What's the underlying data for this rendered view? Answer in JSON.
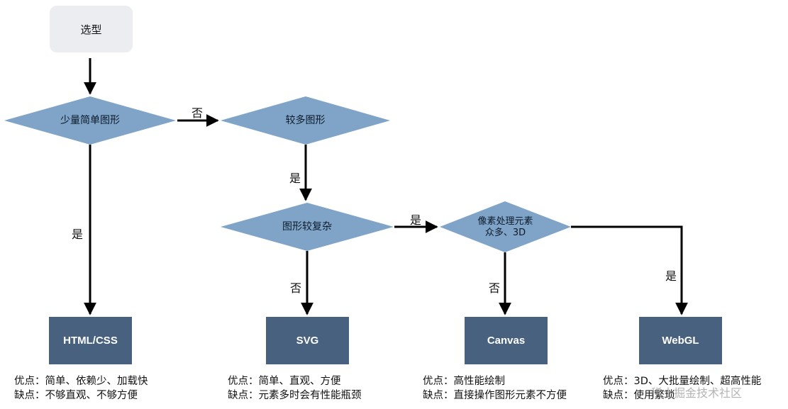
{
  "start": {
    "label": "选型"
  },
  "decisions": {
    "d1": {
      "label": "少量简单图形"
    },
    "d2": {
      "label": "较多图形"
    },
    "d3": {
      "label": "图形较复杂"
    },
    "d4": {
      "line1": "像素处理元素",
      "line2": "众多、3D"
    }
  },
  "edges": {
    "d1_no": "否",
    "d1_yes": "是",
    "d2_yes": "是",
    "d3_yes": "是",
    "d3_no": "否",
    "d4_no": "否",
    "d4_yes": "是"
  },
  "results": {
    "html_css": {
      "label": "HTML/CSS",
      "pros": "优点：简单、依赖少、加载快",
      "cons": "缺点：不够直观、不够方便"
    },
    "svg": {
      "label": "SVG",
      "pros": "优点：简单、直观、方便",
      "cons": "缺点：元素多时会有性能瓶颈"
    },
    "canvas": {
      "label": "Canvas",
      "pros": "优点：高性能绘制",
      "cons": "缺点：直接操作图形元素不方便"
    },
    "webgl": {
      "label": "WebGL",
      "pros": "优点：3D、大批量绘制、超高性能",
      "cons": "缺点：使用繁琐"
    }
  },
  "watermark": "稀土掘金技术社区",
  "colors": {
    "diamond_fill": "#7fa4c8",
    "box_fill": "#47617f",
    "start_fill": "#ecedf0",
    "arrow": "#000000"
  }
}
